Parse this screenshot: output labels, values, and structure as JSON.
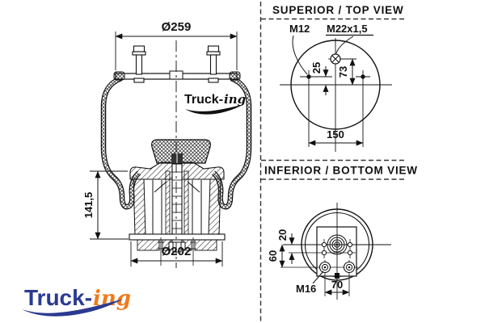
{
  "drawing": {
    "panel_titles": {
      "top": "SUPERIOR / TOP VIEW",
      "bottom": "INFERIOR / BOTTOM VIEW"
    },
    "main_view": {
      "dim_top_plate_diameter": "Ø259",
      "dim_height": "141,5",
      "dim_piston_diameter": "Ø202",
      "watermark": {
        "part1": "Truck-",
        "part2": "ing"
      }
    },
    "top_view": {
      "stud_label": "M12",
      "air_port_label": "M22x1,5",
      "dim_stud_offset": "25",
      "dim_port_offset": "73",
      "dim_stud_spacing": "150"
    },
    "bottom_view": {
      "dim_hole_offset": "20",
      "dim_bolt_row_offset": "60",
      "bolt_label": "M16",
      "dim_bolt_spacing": "70"
    }
  },
  "brand": {
    "part1": "Truck-",
    "part2": "ing"
  },
  "colors": {
    "line": "#141414",
    "brand_navy": "#2b3a91",
    "brand_orange": "#ee7b1d"
  }
}
